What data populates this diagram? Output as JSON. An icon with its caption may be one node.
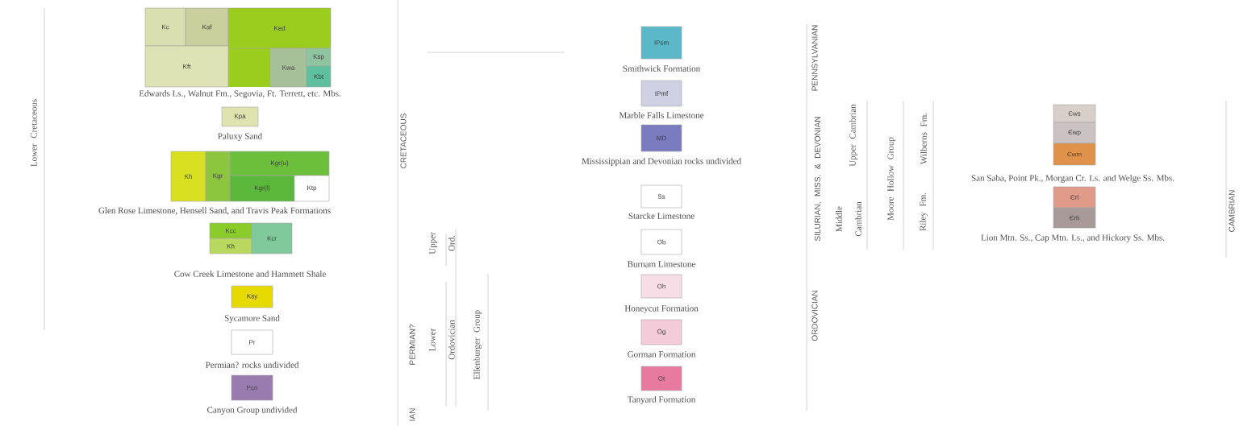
{
  "diagram": {
    "nodes": [
      {
        "text": [
          "Edwards Ls., Walnut Fm., Segovia, Ft. Terrett, etc. Mbs."
        ]
      },
      {
        "text": [
          "Kc"
        ]
      },
      {
        "text": [
          "Kaf"
        ]
      },
      {
        "text": [
          "Ked"
        ]
      },
      {
        "text": [
          "Kft"
        ]
      },
      {
        "text": [
          "Kwa"
        ]
      },
      {
        "text": [
          "Ksp"
        ]
      },
      {
        "text": [
          "Kbt"
        ]
      },
      {
        "text": [
          "Kpa",
          "Paluxy Sand"
        ]
      },
      {
        "text": [
          "Glen Rose Limestone, Hensell Sand, and Travis Peak Formations"
        ]
      },
      {
        "text": [
          "Kh"
        ]
      },
      {
        "text": [
          "Kgr"
        ]
      },
      {
        "text": [
          "Kgr(u)"
        ]
      },
      {
        "text": [
          "Kgr(l)"
        ]
      },
      {
        "text": [
          "Ktp"
        ]
      },
      {
        "text": [
          "Cow Creek Limestone and Hammett Shale"
        ]
      },
      {
        "text": [
          "Kcc"
        ]
      },
      {
        "text": [
          "Kh"
        ]
      },
      {
        "text": [
          "Kcr"
        ]
      },
      {
        "text": [
          "Ksy",
          "Sycamore Sand"
        ]
      },
      {
        "text": [
          "Pr",
          "Permian? rocks undivided"
        ]
      },
      {
        "text": [
          "Pcn",
          "Canyon Group undivided"
        ]
      },
      {
        "text": [
          "IPsm",
          "Smithwick Formation"
        ]
      },
      {
        "text": [
          "IPmf",
          "Marble Falls Limestone"
        ]
      },
      {
        "text": [
          "MD",
          "Mississippian and Devonian rocks undivided"
        ]
      },
      {
        "text": [
          "Ss",
          "Starcke Limestone"
        ]
      },
      {
        "text": [
          "Ob",
          "Burnam Limestone"
        ]
      },
      {
        "text": [
          "Oh",
          "Honeycut Formation"
        ]
      },
      {
        "text": [
          "Og",
          "Gorman Formation"
        ]
      },
      {
        "text": [
          "Ot",
          "Tanyard Formation"
        ]
      },
      {
        "text": [
          "San Saba, Point Pk., Morgan Cr. Ls. and Welge Ss. Mbs."
        ]
      },
      {
        "text": [
          "Єws"
        ]
      },
      {
        "text": [
          "Єwp"
        ]
      },
      {
        "text": [
          "Єwm"
        ]
      },
      {
        "text": [
          "Lion Mtn. Ss., Cap Mtn. Ls., and Hickory Ss. Mbs."
        ]
      },
      {
        "text": [
          "Єrl"
        ]
      },
      {
        "text": [
          "Єrh"
        ]
      }
    ],
    "labels": [
      "Lower Cretaceous",
      "CRETACEOUS",
      "PERMIAN?",
      "IAN",
      "Upper Ord.",
      "Lower Ordovician",
      "Ellenburger Group",
      "PENNSYLVANIAN",
      "SILURIAN, MISS. & DEVONIAN",
      "ORDOVICIAN",
      "Upper Cambrian",
      "Middle Cambrian",
      "Moore Hollow Group",
      "Wilberns Fm.",
      "Riley Fm.",
      "CAMBRIAN"
    ]
  }
}
